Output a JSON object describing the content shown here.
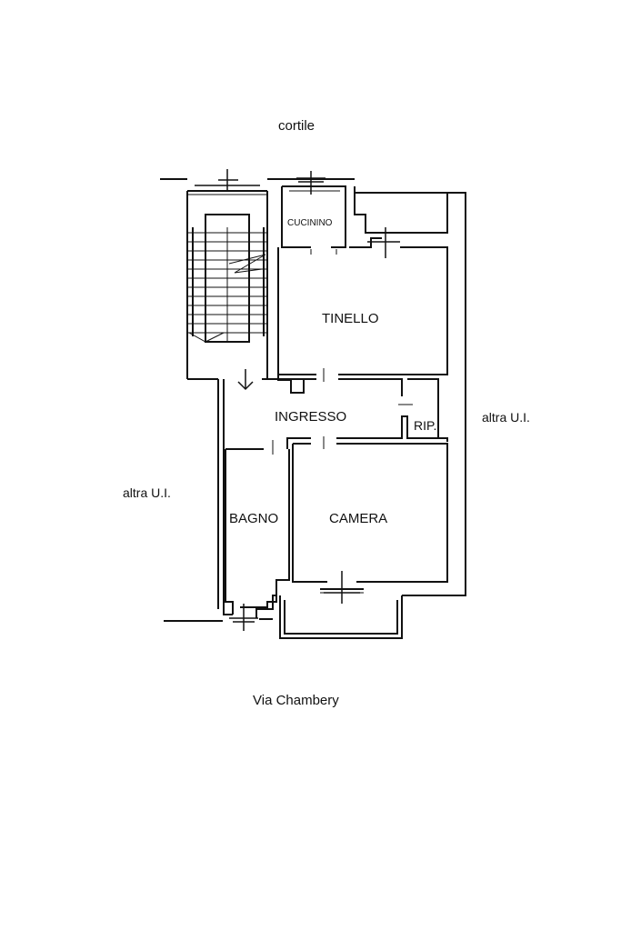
{
  "labels": {
    "courtyard": "cortile",
    "street": "Via Chambery",
    "other_unit_left": "altra U.I.",
    "other_unit_right": "altra U.I."
  },
  "rooms": {
    "kitchenette": "CUCININO",
    "dining": "TINELLO",
    "entrance": "INGRESSO",
    "storage": "RIP.",
    "bathroom": "BAGNO",
    "bedroom": "CAMERA"
  },
  "colors": {
    "wall": "#111111",
    "background": "#ffffff"
  }
}
